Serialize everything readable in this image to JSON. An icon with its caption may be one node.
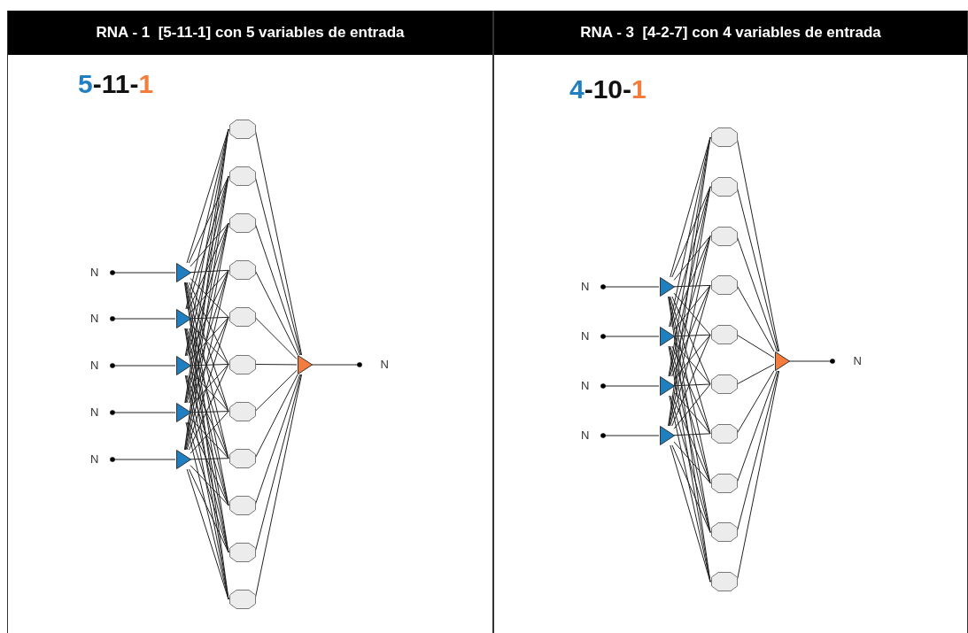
{
  "diagram": {
    "nodes": [
      {
        "text": [
          "RNA - 1  [5-11-1] con 5 variables de entrada"
        ]
      },
      {
        "text": [
          "N"
        ],
        "in": 0
      },
      {
        "text": [
          "N"
        ],
        "in": 0
      },
      {
        "text": [
          "N"
        ],
        "in": 0
      },
      {
        "text": [
          "N"
        ],
        "in": 0
      },
      {
        "text": [
          "N"
        ],
        "in": 0
      },
      {
        "text": [],
        "shape": "triangle",
        "in": 0
      },
      {
        "text": [],
        "shape": "triangle",
        "in": 0
      },
      {
        "text": [],
        "shape": "triangle",
        "in": 0
      },
      {
        "text": [],
        "shape": "triangle",
        "in": 0
      },
      {
        "text": [],
        "shape": "triangle",
        "in": 0
      },
      {
        "text": [],
        "shape": "circle",
        "in": 0
      },
      {
        "text": [],
        "shape": "circle",
        "in": 0
      },
      {
        "text": [],
        "shape": "circle",
        "in": 0
      },
      {
        "text": [],
        "shape": "circle",
        "in": 0
      },
      {
        "text": [],
        "shape": "circle",
        "in": 0
      },
      {
        "text": [],
        "shape": "circle",
        "in": 0
      },
      {
        "text": [],
        "shape": "circle",
        "in": 0
      },
      {
        "text": [],
        "shape": "circle",
        "in": 0
      },
      {
        "text": [],
        "shape": "circle",
        "in": 0
      },
      {
        "text": [],
        "shape": "circle",
        "in": 0
      },
      {
        "text": [],
        "shape": "circle",
        "in": 0
      },
      {
        "text": [],
        "shape": "triangle",
        "in": 0
      },
      {
        "text": [
          "N"
        ],
        "in": 0
      },
      {
        "text": [
          "RNA - 3  [4-2-7] con 4 variables de entrada"
        ]
      },
      {
        "text": [
          "N"
        ],
        "in": 24
      },
      {
        "text": [
          "N"
        ],
        "in": 24
      },
      {
        "text": [
          "N"
        ],
        "in": 24
      },
      {
        "text": [
          "N"
        ],
        "in": 24
      },
      {
        "text": [],
        "shape": "triangle",
        "in": 24
      },
      {
        "text": [],
        "shape": "triangle",
        "in": 24
      },
      {
        "text": [],
        "shape": "triangle",
        "in": 24
      },
      {
        "text": [],
        "shape": "triangle",
        "in": 24
      },
      {
        "text": [],
        "shape": "circle",
        "in": 24
      },
      {
        "text": [],
        "shape": "circle",
        "in": 24
      },
      {
        "text": [],
        "shape": "circle",
        "in": 24
      },
      {
        "text": [],
        "shape": "circle",
        "in": 24
      },
      {
        "text": [],
        "shape": "circle",
        "in": 24
      },
      {
        "text": [],
        "shape": "circle",
        "in": 24
      },
      {
        "text": [],
        "shape": "circle",
        "in": 24
      },
      {
        "text": [],
        "shape": "circle",
        "in": 24
      },
      {
        "text": [],
        "shape": "circle",
        "in": 24
      },
      {
        "text": [],
        "shape": "circle",
        "in": 24
      },
      {
        "text": [],
        "shape": "triangle",
        "in": 24
      },
      {
        "text": [
          "N"
        ],
        "in": 24
      }
    ],
    "edges": [
      {
        "from": 1,
        "to": 6,
        "arrow": "other"
      },
      {
        "from": 2,
        "to": 7,
        "arrow": "other"
      },
      {
        "from": 3,
        "to": 8,
        "arrow": "other"
      },
      {
        "from": 4,
        "to": 9,
        "arrow": "other"
      },
      {
        "from": 5,
        "to": 10,
        "arrow": "other"
      },
      {
        "from": 6,
        "to": 11,
        "arrow": "none"
      },
      {
        "from": 6,
        "to": 12,
        "arrow": "none"
      },
      {
        "from": 6,
        "to": 13,
        "arrow": "none"
      },
      {
        "from": 6,
        "to": 14,
        "arrow": "none"
      },
      {
        "from": 6,
        "to": 15,
        "arrow": "none"
      },
      {
        "from": 6,
        "to": 16,
        "arrow": "none"
      },
      {
        "from": 6,
        "to": 17,
        "arrow": "none"
      },
      {
        "from": 6,
        "to": 18,
        "arrow": "none"
      },
      {
        "from": 6,
        "to": 19,
        "arrow": "none"
      },
      {
        "from": 6,
        "to": 20,
        "arrow": "none"
      },
      {
        "from": 6,
        "to": 21,
        "arrow": "none"
      },
      {
        "from": 7,
        "to": 11,
        "arrow": "none"
      },
      {
        "from": 7,
        "to": 12,
        "arrow": "none"
      },
      {
        "from": 7,
        "to": 13,
        "arrow": "none"
      },
      {
        "from": 7,
        "to": 14,
        "arrow": "none"
      },
      {
        "from": 7,
        "to": 15,
        "arrow": "none"
      },
      {
        "from": 7,
        "to": 16,
        "arrow": "none"
      },
      {
        "from": 7,
        "to": 17,
        "arrow": "none"
      },
      {
        "from": 7,
        "to": 18,
        "arrow": "none"
      },
      {
        "from": 7,
        "to": 19,
        "arrow": "none"
      },
      {
        "from": 7,
        "to": 20,
        "arrow": "none"
      },
      {
        "from": 7,
        "to": 21,
        "arrow": "none"
      },
      {
        "from": 8,
        "to": 11,
        "arrow": "none"
      },
      {
        "from": 8,
        "to": 12,
        "arrow": "none"
      },
      {
        "from": 8,
        "to": 13,
        "arrow": "none"
      },
      {
        "from": 8,
        "to": 14,
        "arrow": "none"
      },
      {
        "from": 8,
        "to": 15,
        "arrow": "none"
      },
      {
        "from": 8,
        "to": 16,
        "arrow": "none"
      },
      {
        "from": 8,
        "to": 17,
        "arrow": "none"
      },
      {
        "from": 8,
        "to": 18,
        "arrow": "none"
      },
      {
        "from": 8,
        "to": 19,
        "arrow": "none"
      },
      {
        "from": 8,
        "to": 20,
        "arrow": "none"
      },
      {
        "from": 8,
        "to": 21,
        "arrow": "none"
      },
      {
        "from": 9,
        "to": 11,
        "arrow": "none"
      },
      {
        "from": 9,
        "to": 12,
        "arrow": "none"
      },
      {
        "from": 9,
        "to": 13,
        "arrow": "none"
      },
      {
        "from": 9,
        "to": 14,
        "arrow": "none"
      },
      {
        "from": 9,
        "to": 15,
        "arrow": "none"
      },
      {
        "from": 9,
        "to": 16,
        "arrow": "none"
      },
      {
        "from": 9,
        "to": 17,
        "arrow": "none"
      },
      {
        "from": 9,
        "to": 18,
        "arrow": "none"
      },
      {
        "from": 9,
        "to": 19,
        "arrow": "none"
      },
      {
        "from": 9,
        "to": 20,
        "arrow": "none"
      },
      {
        "from": 9,
        "to": 21,
        "arrow": "none"
      },
      {
        "from": 10,
        "to": 11,
        "arrow": "none"
      },
      {
        "from": 10,
        "to": 12,
        "arrow": "none"
      },
      {
        "from": 10,
        "to": 13,
        "arrow": "none"
      },
      {
        "from": 10,
        "to": 14,
        "arrow": "none"
      },
      {
        "from": 10,
        "to": 15,
        "arrow": "none"
      },
      {
        "from": 10,
        "to": 16,
        "arrow": "none"
      },
      {
        "from": 10,
        "to": 17,
        "arrow": "none"
      },
      {
        "from": 10,
        "to": 18,
        "arrow": "none"
      },
      {
        "from": 10,
        "to": 19,
        "arrow": "none"
      },
      {
        "from": 10,
        "to": 20,
        "arrow": "none"
      },
      {
        "from": 10,
        "to": 21,
        "arrow": "none"
      },
      {
        "from": 11,
        "to": 22,
        "arrow": "none"
      },
      {
        "from": 12,
        "to": 22,
        "arrow": "none"
      },
      {
        "from": 13,
        "to": 22,
        "arrow": "none"
      },
      {
        "from": 14,
        "to": 22,
        "arrow": "none"
      },
      {
        "from": 15,
        "to": 22,
        "arrow": "none"
      },
      {
        "from": 16,
        "to": 22,
        "arrow": "none"
      },
      {
        "from": 17,
        "to": 22,
        "arrow": "none"
      },
      {
        "from": 18,
        "to": 22,
        "arrow": "none"
      },
      {
        "from": 19,
        "to": 22,
        "arrow": "none"
      },
      {
        "from": 20,
        "to": 22,
        "arrow": "none"
      },
      {
        "from": 21,
        "to": 22,
        "arrow": "none"
      },
      {
        "from": 22,
        "to": 23,
        "arrow": "other"
      },
      {
        "from": 25,
        "to": 29,
        "arrow": "other"
      },
      {
        "from": 26,
        "to": 30,
        "arrow": "other"
      },
      {
        "from": 27,
        "to": 31,
        "arrow": "other"
      },
      {
        "from": 28,
        "to": 32,
        "arrow": "other"
      },
      {
        "from": 29,
        "to": 33,
        "arrow": "none"
      },
      {
        "from": 29,
        "to": 34,
        "arrow": "none"
      },
      {
        "from": 29,
        "to": 35,
        "arrow": "none"
      },
      {
        "from": 29,
        "to": 36,
        "arrow": "none"
      },
      {
        "from": 29,
        "to": 37,
        "arrow": "none"
      },
      {
        "from": 29,
        "to": 38,
        "arrow": "none"
      },
      {
        "from": 29,
        "to": 39,
        "arrow": "none"
      },
      {
        "from": 29,
        "to": 40,
        "arrow": "none"
      },
      {
        "from": 29,
        "to": 41,
        "arrow": "none"
      },
      {
        "from": 29,
        "to": 42,
        "arrow": "none"
      },
      {
        "from": 30,
        "to": 33,
        "arrow": "none"
      },
      {
        "from": 30,
        "to": 34,
        "arrow": "none"
      },
      {
        "from": 30,
        "to": 35,
        "arrow": "none"
      },
      {
        "from": 30,
        "to": 36,
        "arrow": "none"
      },
      {
        "from": 30,
        "to": 37,
        "arrow": "none"
      },
      {
        "from": 30,
        "to": 38,
        "arrow": "none"
      },
      {
        "from": 30,
        "to": 39,
        "arrow": "none"
      },
      {
        "from": 30,
        "to": 40,
        "arrow": "none"
      },
      {
        "from": 30,
        "to": 41,
        "arrow": "none"
      },
      {
        "from": 30,
        "to": 42,
        "arrow": "none"
      },
      {
        "from": 31,
        "to": 33,
        "arrow": "none"
      },
      {
        "from": 31,
        "to": 34,
        "arrow": "none"
      },
      {
        "from": 31,
        "to": 35,
        "arrow": "none"
      },
      {
        "from": 31,
        "to": 36,
        "arrow": "none"
      },
      {
        "from": 31,
        "to": 37,
        "arrow": "none"
      },
      {
        "from": 31,
        "to": 38,
        "arrow": "none"
      },
      {
        "from": 31,
        "to": 39,
        "arrow": "none"
      },
      {
        "from": 31,
        "to": 40,
        "arrow": "none"
      },
      {
        "from": 31,
        "to": 41,
        "arrow": "none"
      },
      {
        "from": 31,
        "to": 42,
        "arrow": "none"
      },
      {
        "from": 32,
        "to": 33,
        "arrow": "none"
      },
      {
        "from": 32,
        "to": 34,
        "arrow": "none"
      },
      {
        "from": 32,
        "to": 35,
        "arrow": "none"
      },
      {
        "from": 32,
        "to": 36,
        "arrow": "none"
      },
      {
        "from": 32,
        "to": 37,
        "arrow": "none"
      },
      {
        "from": 32,
        "to": 38,
        "arrow": "none"
      },
      {
        "from": 32,
        "to": 39,
        "arrow": "none"
      },
      {
        "from": 32,
        "to": 40,
        "arrow": "none"
      },
      {
        "from": 32,
        "to": 41,
        "arrow": "none"
      },
      {
        "from": 32,
        "to": 42,
        "arrow": "none"
      },
      {
        "from": 33,
        "to": 43,
        "arrow": "none"
      },
      {
        "from": 34,
        "to": 43,
        "arrow": "none"
      },
      {
        "from": 35,
        "to": 43,
        "arrow": "none"
      },
      {
        "from": 36,
        "to": 43,
        "arrow": "none"
      },
      {
        "from": 37,
        "to": 43,
        "arrow": "none"
      },
      {
        "from": 38,
        "to": 43,
        "arrow": "none"
      },
      {
        "from": 39,
        "to": 43,
        "arrow": "none"
      },
      {
        "from": 40,
        "to": 43,
        "arrow": "none"
      },
      {
        "from": 41,
        "to": 43,
        "arrow": "none"
      },
      {
        "from": 42,
        "to": 43,
        "arrow": "none"
      },
      {
        "from": 43,
        "to": 44,
        "arrow": "other"
      }
    ],
    "labels": [
      "5-11-1",
      "4-10-1"
    ]
  }
}
